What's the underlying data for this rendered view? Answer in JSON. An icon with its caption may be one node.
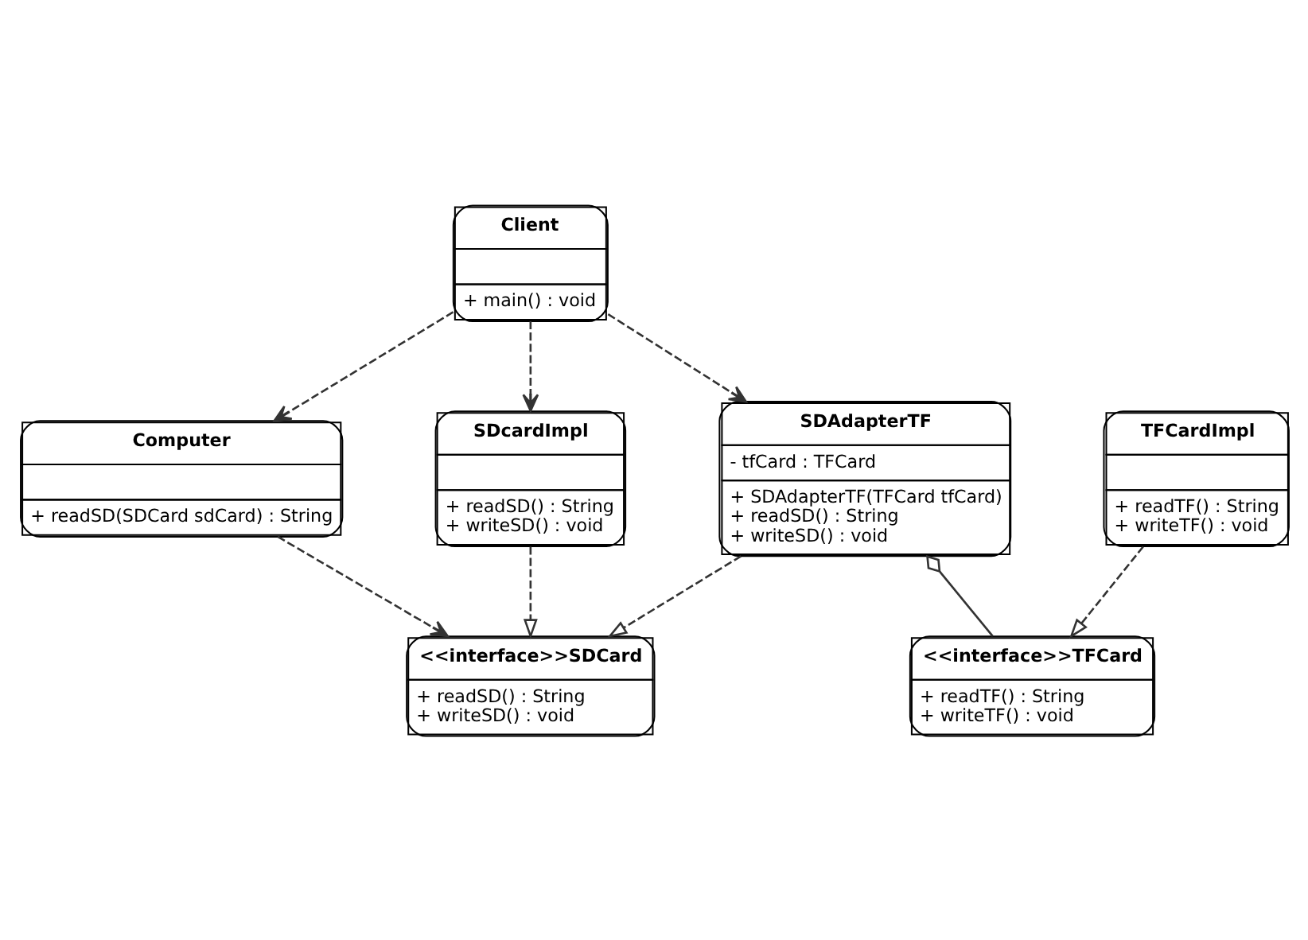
{
  "diagram": {
    "nodes": [
      {
        "text": [
          "Computer",
          "+ readSD(SDCard sdCard) : String"
        ]
      },
      {
        "text": [
          "<<interface>>SDCard",
          "+ readSD() : String",
          "+ writeSD() : void"
        ]
      },
      {
        "text": [
          "Client",
          "+ main() : void"
        ]
      },
      {
        "text": [
          "SDcardImpl",
          "+ readSD() : String",
          "+ writeSD() : void"
        ]
      },
      {
        "text": [
          "<<interface>>TFCard",
          "+ readTF() : String",
          "+ writeTF() : void"
        ]
      },
      {
        "text": [
          "SDAdapterTF",
          "- tfCard : TFCard",
          "+ SDAdapterTF(TFCard tfCard)",
          "+ readSD() : String",
          "+ writeSD() : void"
        ]
      },
      {
        "text": [
          "TFCardImpl",
          "+ readTF() : String",
          "+ writeTF() : void"
        ]
      }
    ],
    "edges": [
      {
        "from": 2,
        "to": 0,
        "arrow": "to",
        "style": "dashed"
      },
      {
        "from": 0,
        "to": 1,
        "arrow": "to",
        "style": "dashed"
      },
      {
        "from": 3,
        "to": 1,
        "arrow": "to",
        "style": "dashed"
      },
      {
        "from": 2,
        "to": 3,
        "arrow": "to",
        "style": "dashed"
      },
      {
        "from": 2,
        "to": 5,
        "arrow": "to",
        "style": "dashed"
      },
      {
        "from": 5,
        "to": 1,
        "arrow": "to",
        "style": "dashed"
      },
      {
        "from": 5,
        "to": 4,
        "arrow": "other"
      },
      {
        "from": 6,
        "to": 4,
        "arrow": "to",
        "style": "dashed"
      }
    ]
  }
}
